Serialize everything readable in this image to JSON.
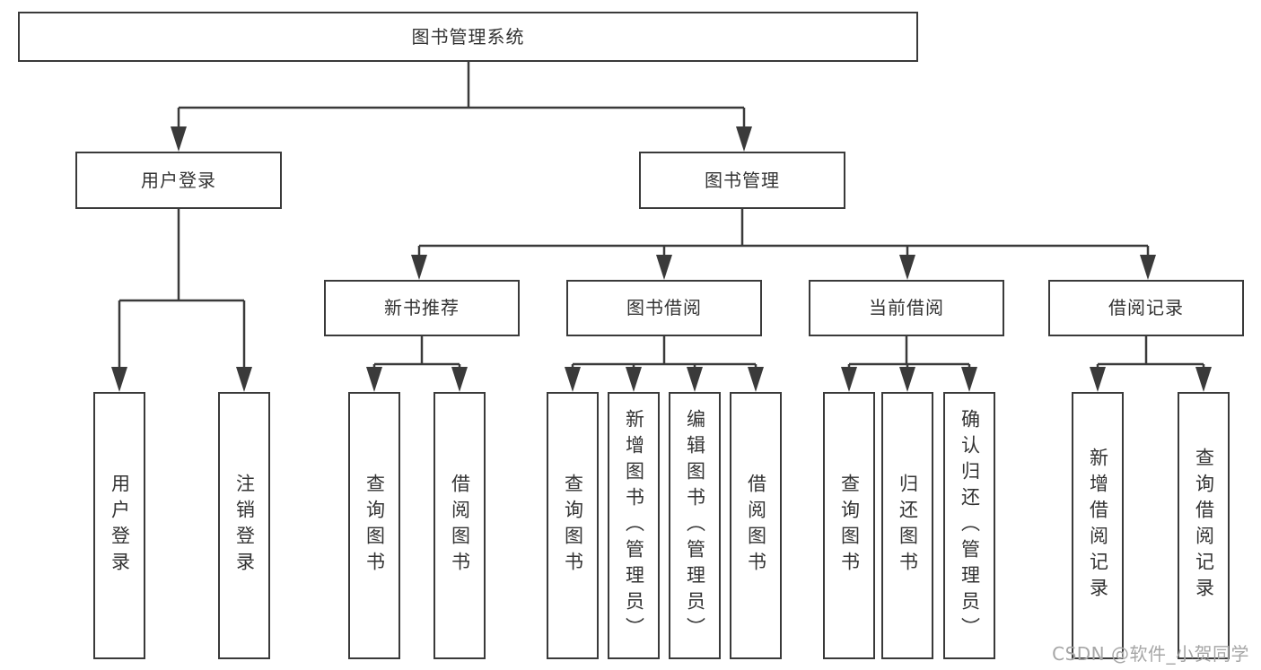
{
  "diagram": {
    "watermark": "CSDN @软件_小贺同学",
    "colors": {
      "line": "#3a3a3a",
      "border": "#3a3a3a",
      "text": "#333333",
      "watermark": "#a6a6a6",
      "background": "#ffffff"
    },
    "root": {
      "label": "图书管理系统"
    },
    "branches": [
      {
        "label": "用户登录",
        "children": [
          {
            "label": "用户登录"
          },
          {
            "label": "注销登录"
          }
        ]
      },
      {
        "label": "图书管理",
        "children": [
          {
            "label": "新书推荐",
            "children": [
              {
                "label": "查询图书"
              },
              {
                "label": "借阅图书"
              }
            ]
          },
          {
            "label": "图书借阅",
            "children": [
              {
                "label": "查询图书"
              },
              {
                "label": "新增图书（管理员）"
              },
              {
                "label": "编辑图书（管理员）"
              },
              {
                "label": "借阅图书"
              }
            ]
          },
          {
            "label": "当前借阅",
            "children": [
              {
                "label": "查询图书"
              },
              {
                "label": "归还图书"
              },
              {
                "label": "确认归还（管理员）"
              }
            ]
          },
          {
            "label": "借阅记录",
            "children": [
              {
                "label": "新增借阅记录"
              },
              {
                "label": "查询借阅记录"
              }
            ]
          }
        ]
      }
    ]
  }
}
